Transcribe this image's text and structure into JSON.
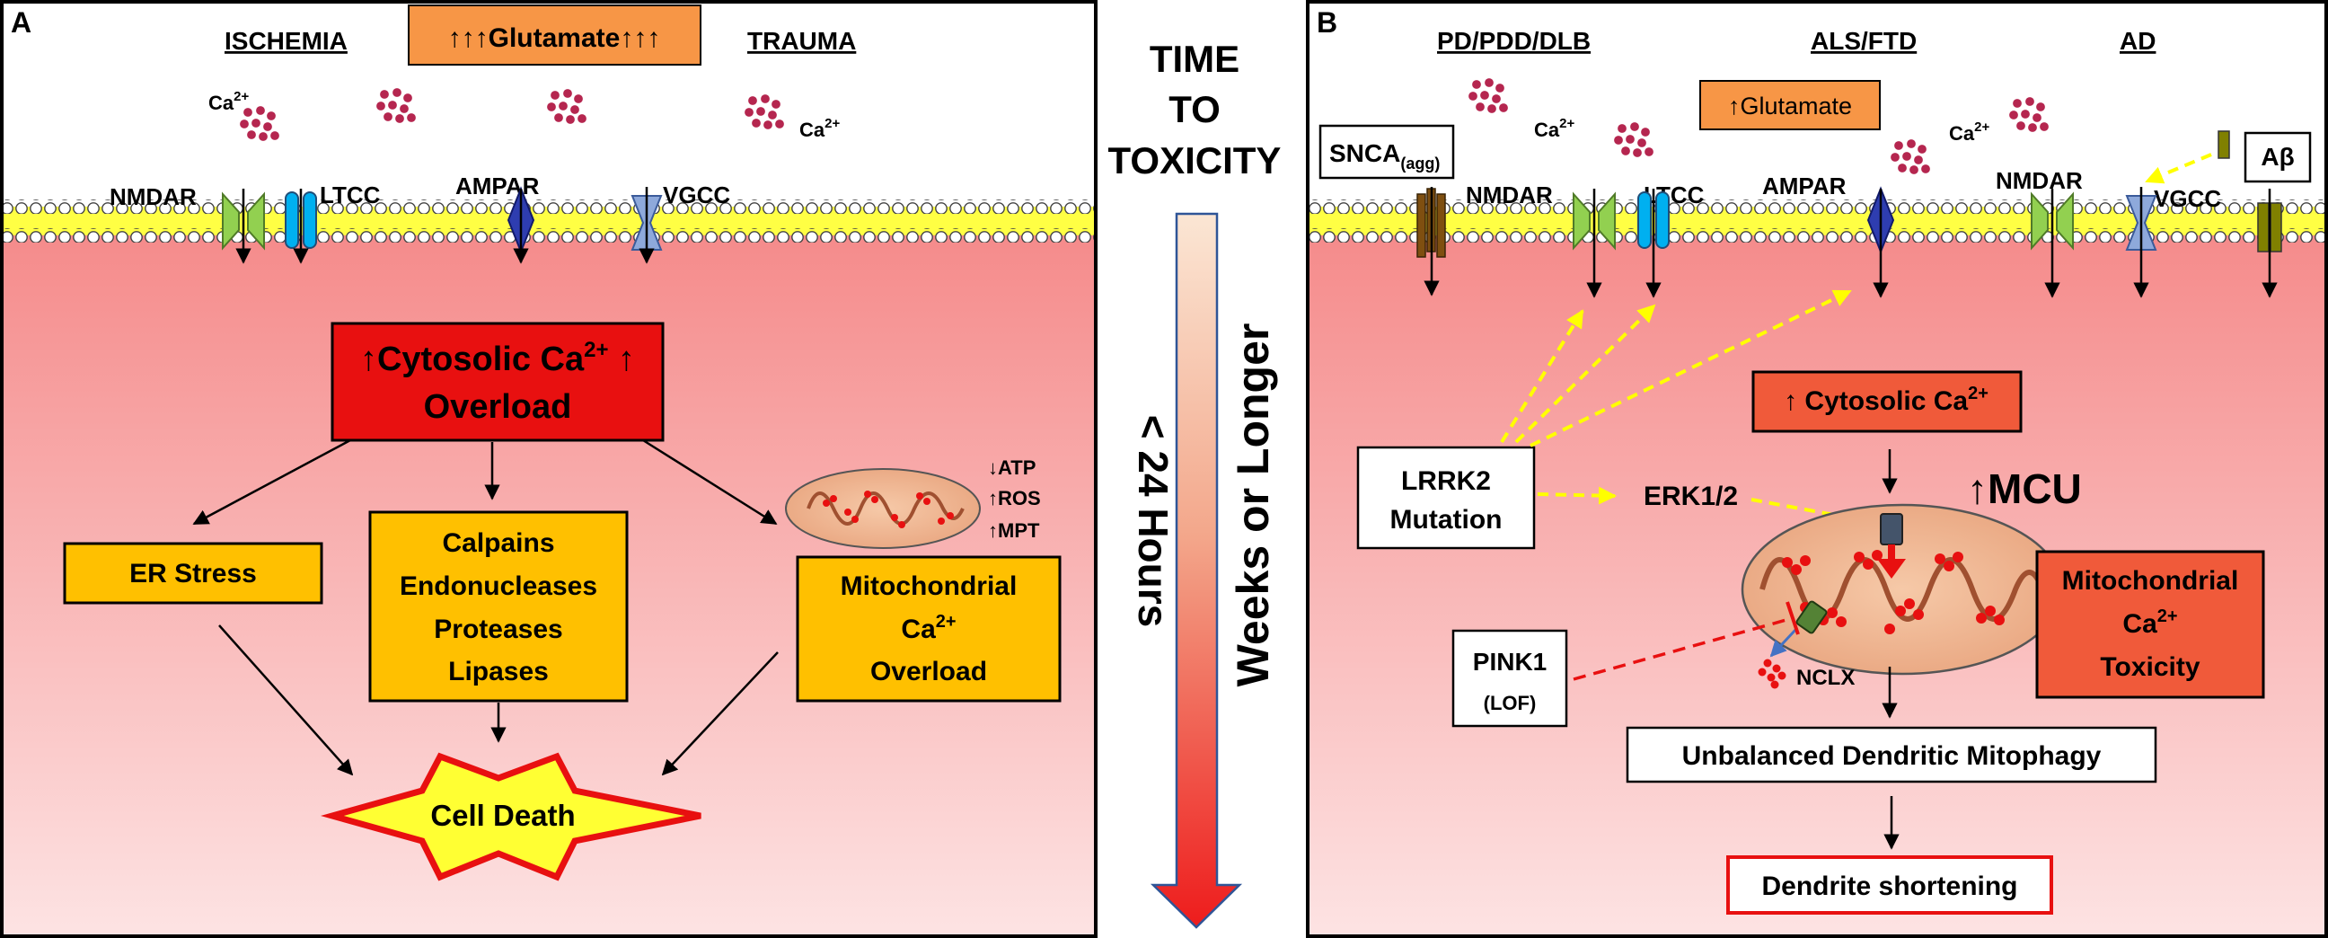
{
  "colors": {
    "cytoplasm_top": "#f58b8b",
    "cytoplasm_bottom": "#fde3e3",
    "membrane": "#ffff44",
    "calcium": "#b5264f",
    "orange_box": "#ffc000",
    "red_box": "#e81010",
    "glutamate_box": "#f79646",
    "nmdar": "#92d050",
    "ltcc": "#00b0f0",
    "ampar": "#2e3db0",
    "vgcc": "#8ea9db",
    "snca": "#7f4f10",
    "abeta": "#808000",
    "dashed_arrow": "#ffff00",
    "star_fill": "#ffff33",
    "star_stroke": "#e81010"
  },
  "panel_a": {
    "letter": "A",
    "ischemia": "ISCHEMIA",
    "trauma": "TRAUMA",
    "glutamate": "↑↑↑Glutamate↑↑↑",
    "ca": "Ca",
    "ca_sup": "2+",
    "nmdar": "NMDAR",
    "ltcc": "LTCC",
    "ampar": "AMPAR",
    "vgcc": "VGCC",
    "cyto_l1_pre": "↑Cytosolic Ca",
    "cyto_l1_post": " ↑",
    "cyto_l2": "Overload",
    "er_stress": "ER Stress",
    "calpains": "Calpains",
    "endonucleases": "Endonucleases",
    "proteases": "Proteases",
    "lipases": "Lipases",
    "atp": "↓ATP",
    "ros": "↑ROS",
    "mpt": "↑MPT",
    "mito_l1": "Mitochondrial",
    "mito_l2": "Ca",
    "mito_l3": "Overload",
    "cell_death": "Cell Death"
  },
  "middle": {
    "time": "TIME",
    "to": "TO",
    "toxicity": "TOXICITY",
    "hours": "< 24 Hours",
    "weeks": "Weeks or Longer"
  },
  "panel_b": {
    "letter": "B",
    "pd": "PD/PDD/DLB",
    "als": "ALS/FTD",
    "ad": "AD",
    "glutamate": "↑Glutamate",
    "snca": "SNCA",
    "snca_sub": "(agg)",
    "abeta": "Aβ",
    "nmdar": "NMDAR",
    "ltcc": "LTCC",
    "ampar": "AMPAR",
    "nmdar2": "NMDAR",
    "vgcc": "VGCC",
    "lrrk2_l1": "LRRK2",
    "lrrk2_l2": "Mutation",
    "erk": "ERK1/2",
    "cyto": "↑ Cytosolic Ca",
    "mcu": "↑MCU",
    "mito_l1": "Mitochondrial",
    "mito_l2": "Ca",
    "mito_l3": "Toxicity",
    "pink_l1": "PINK1",
    "pink_l2": "(LOF)",
    "nclx": "NCLX",
    "mitophagy": "Unbalanced Dendritic Mitophagy",
    "dendrite": "Dendrite shortening"
  }
}
